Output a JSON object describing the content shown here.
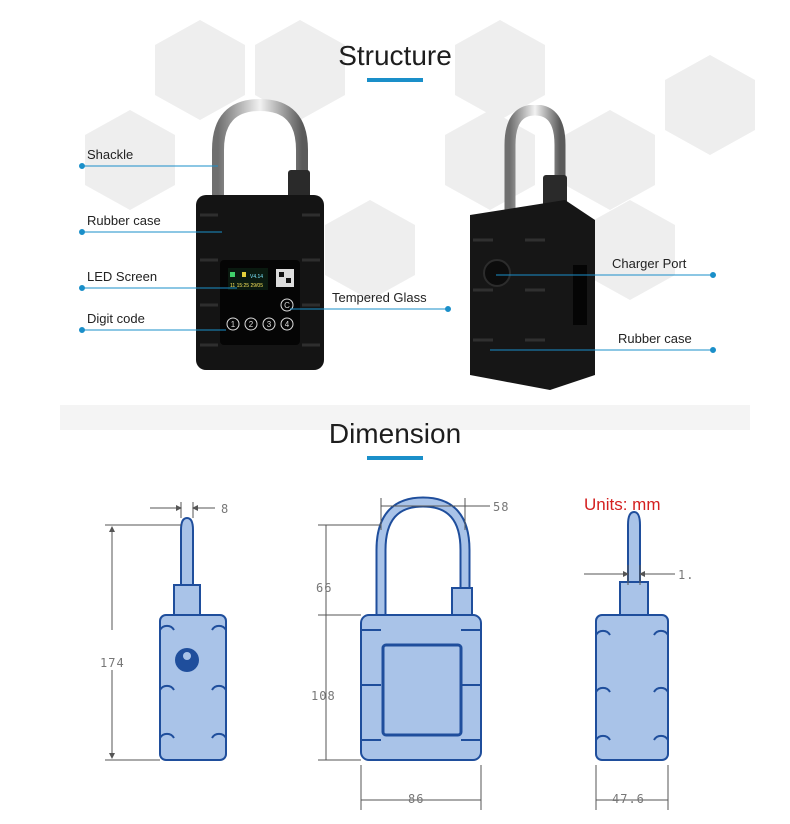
{
  "structure": {
    "title": "Structure",
    "callouts_left": [
      {
        "label": "Shackle"
      },
      {
        "label": "Rubber case"
      },
      {
        "label": "LED Screen"
      },
      {
        "label": "Digit code"
      }
    ],
    "callout_center": {
      "label": "Tempered Glass"
    },
    "callouts_right": [
      {
        "label": "Charger Port"
      },
      {
        "label": "Rubber case"
      }
    ],
    "keypad_digits": [
      "1",
      "2",
      "3",
      "4"
    ],
    "clear_key": "C",
    "screen_text": [
      "V4.14",
      "11 15:25 29/05"
    ]
  },
  "dimension": {
    "title": "Dimension",
    "units": "Units: mm",
    "side_view": {
      "width_top": "8",
      "height_total": "174"
    },
    "front_view": {
      "width_top": "58",
      "shackle_height": "66",
      "body_height": "108",
      "body_width": "86"
    },
    "back_view": {
      "width_top": "1.",
      "body_width": "47.6"
    }
  },
  "colors": {
    "accent": "#1a8fc9",
    "outline_blue": "#1f4e9c",
    "fill_blue": "#a9c3e8",
    "units_red": "#d42020"
  }
}
